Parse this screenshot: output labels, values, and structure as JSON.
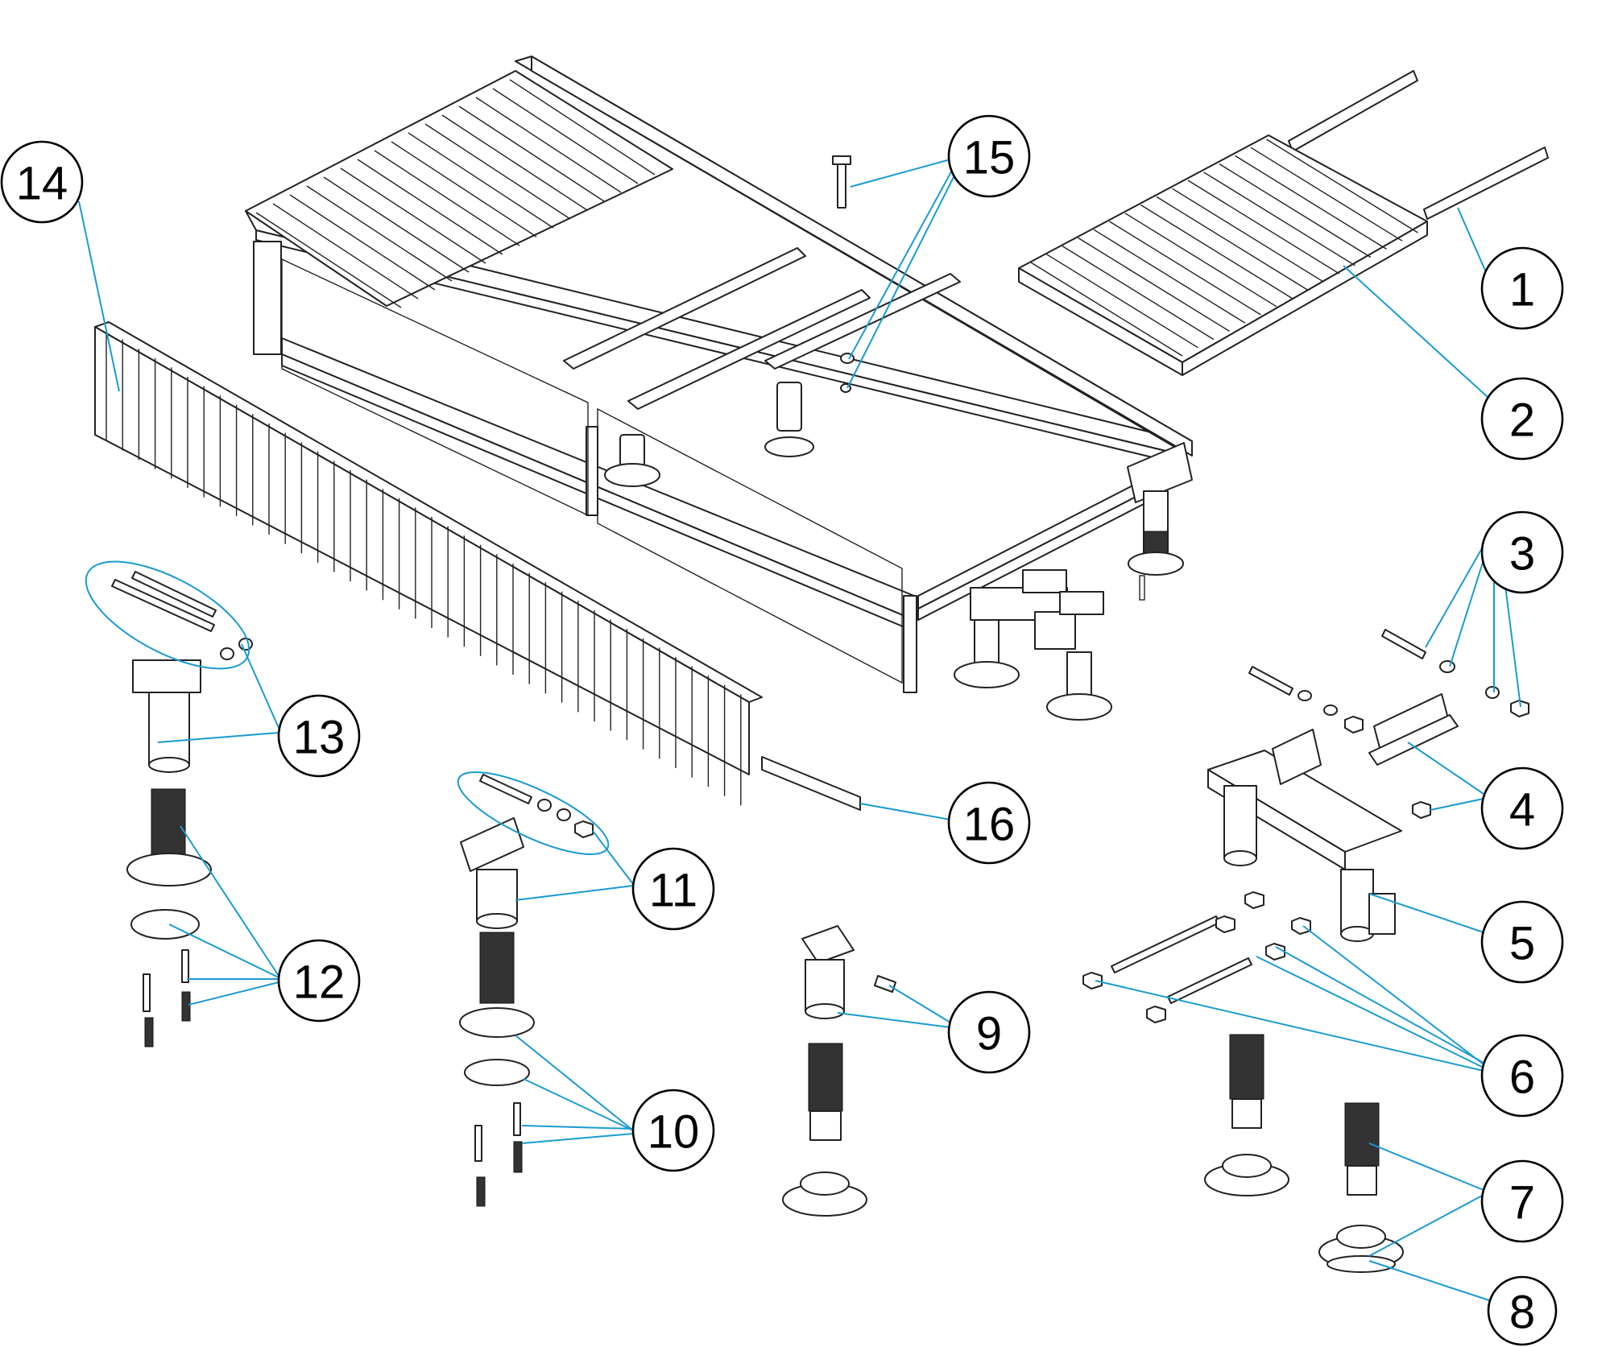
{
  "colors": {
    "leader": "#1a9bd1",
    "line": "#222222",
    "background": "#ffffff"
  },
  "callouts": [
    {
      "id": "1",
      "label": "1"
    },
    {
      "id": "2",
      "label": "2"
    },
    {
      "id": "3",
      "label": "3"
    },
    {
      "id": "4",
      "label": "4"
    },
    {
      "id": "5",
      "label": "5"
    },
    {
      "id": "6",
      "label": "6"
    },
    {
      "id": "7",
      "label": "7"
    },
    {
      "id": "8",
      "label": "8"
    },
    {
      "id": "9",
      "label": "9"
    },
    {
      "id": "10",
      "label": "10"
    },
    {
      "id": "11",
      "label": "11"
    },
    {
      "id": "12",
      "label": "12"
    },
    {
      "id": "13",
      "label": "13"
    },
    {
      "id": "14",
      "label": "14"
    },
    {
      "id": "15",
      "label": "15"
    },
    {
      "id": "16",
      "label": "16"
    }
  ]
}
